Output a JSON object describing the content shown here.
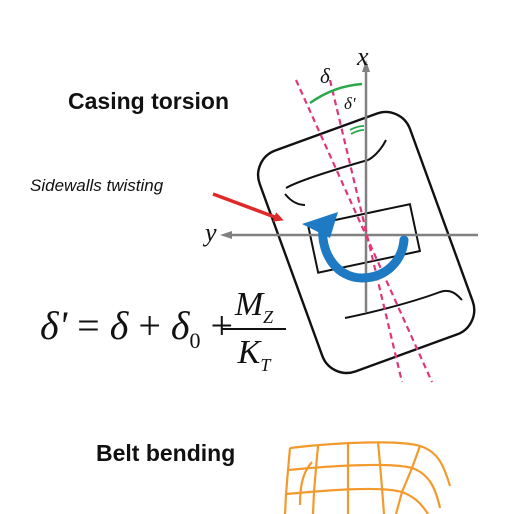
{
  "labels": {
    "casing_torsion": "Casing torsion",
    "sidewalls_twisting": "Sidewalls twisting",
    "belt_bending": "Belt bending",
    "axis_x": "x",
    "axis_y": "y",
    "angle_delta": "δ",
    "angle_delta_prime": "δ'"
  },
  "equation": {
    "lhs": "δ'",
    "equals": "=",
    "term1": "δ",
    "plus1": "+",
    "term2": "δ",
    "term2_sub": "0",
    "plus2": "+",
    "numerator": "M",
    "numerator_sub": "Z",
    "denominator": "K",
    "denominator_sub": "T"
  },
  "colors": {
    "tire_outline": "#111111",
    "axis_gray": "#808080",
    "reference_lines": "#e0357a",
    "angle_arc": "#2ba84a",
    "twist_arrow": "#e02a2a",
    "moment_arrow": "#1f7ac4",
    "belt_mesh": "#f39a2e"
  }
}
